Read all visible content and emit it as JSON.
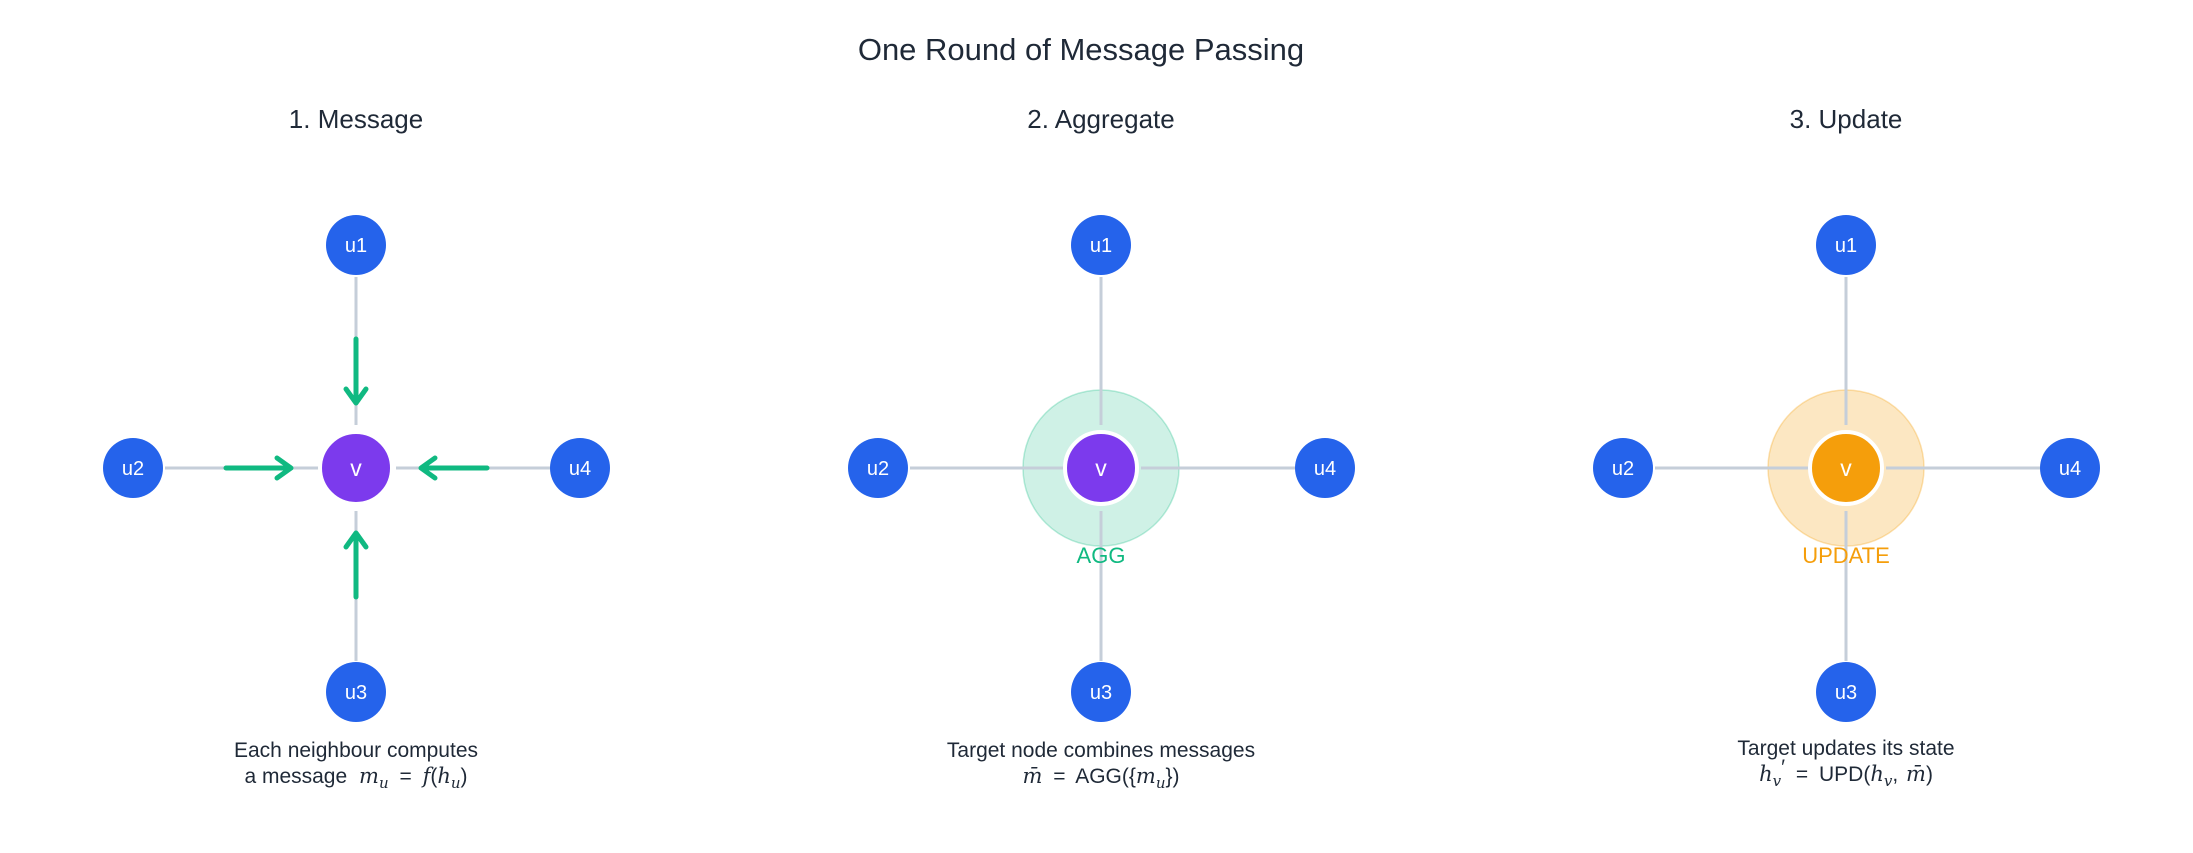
{
  "title": "One Round of Message Passing",
  "colors": {
    "neighbour": "#2563eb",
    "target": "#7c3aed",
    "message": "#10b981",
    "update": "#f59e0b",
    "edge": "#c5ced9",
    "text": "#1f2937"
  },
  "panels": [
    {
      "title": "1. Message",
      "neighbours": [
        "u1",
        "u2",
        "u3",
        "u4"
      ],
      "target": "v",
      "caption_line1": "Each neighbour computes",
      "caption_line2": {
        "prefix": "a message",
        "m": "m",
        "u": "u",
        "eq": "=",
        "f": "f",
        "open": "(",
        "h": "h",
        "close": ")"
      }
    },
    {
      "title": "2. Aggregate",
      "neighbours": [
        "u1",
        "u2",
        "u3",
        "u4"
      ],
      "target": "v",
      "halo_label": "AGG",
      "caption_line1": "Target node combines messages",
      "caption_line2": {
        "mbar": "m̄",
        "eq": "=",
        "agg": "AGG",
        "open": "({",
        "m": "m",
        "u": "u",
        "close": "})"
      }
    },
    {
      "title": "3. Update",
      "neighbours": [
        "u1",
        "u2",
        "u3",
        "u4"
      ],
      "target": "v",
      "halo_label": "UPDATE",
      "caption_line1": "Target updates its state",
      "caption_line2": {
        "h": "h",
        "vprime": "v",
        "prime": "′",
        "eq": "=",
        "upd": "UPD",
        "open": "(",
        "h2": "h",
        "v": "v",
        "comma": ",",
        "mbar": "m̄",
        "close": ")"
      }
    }
  ]
}
